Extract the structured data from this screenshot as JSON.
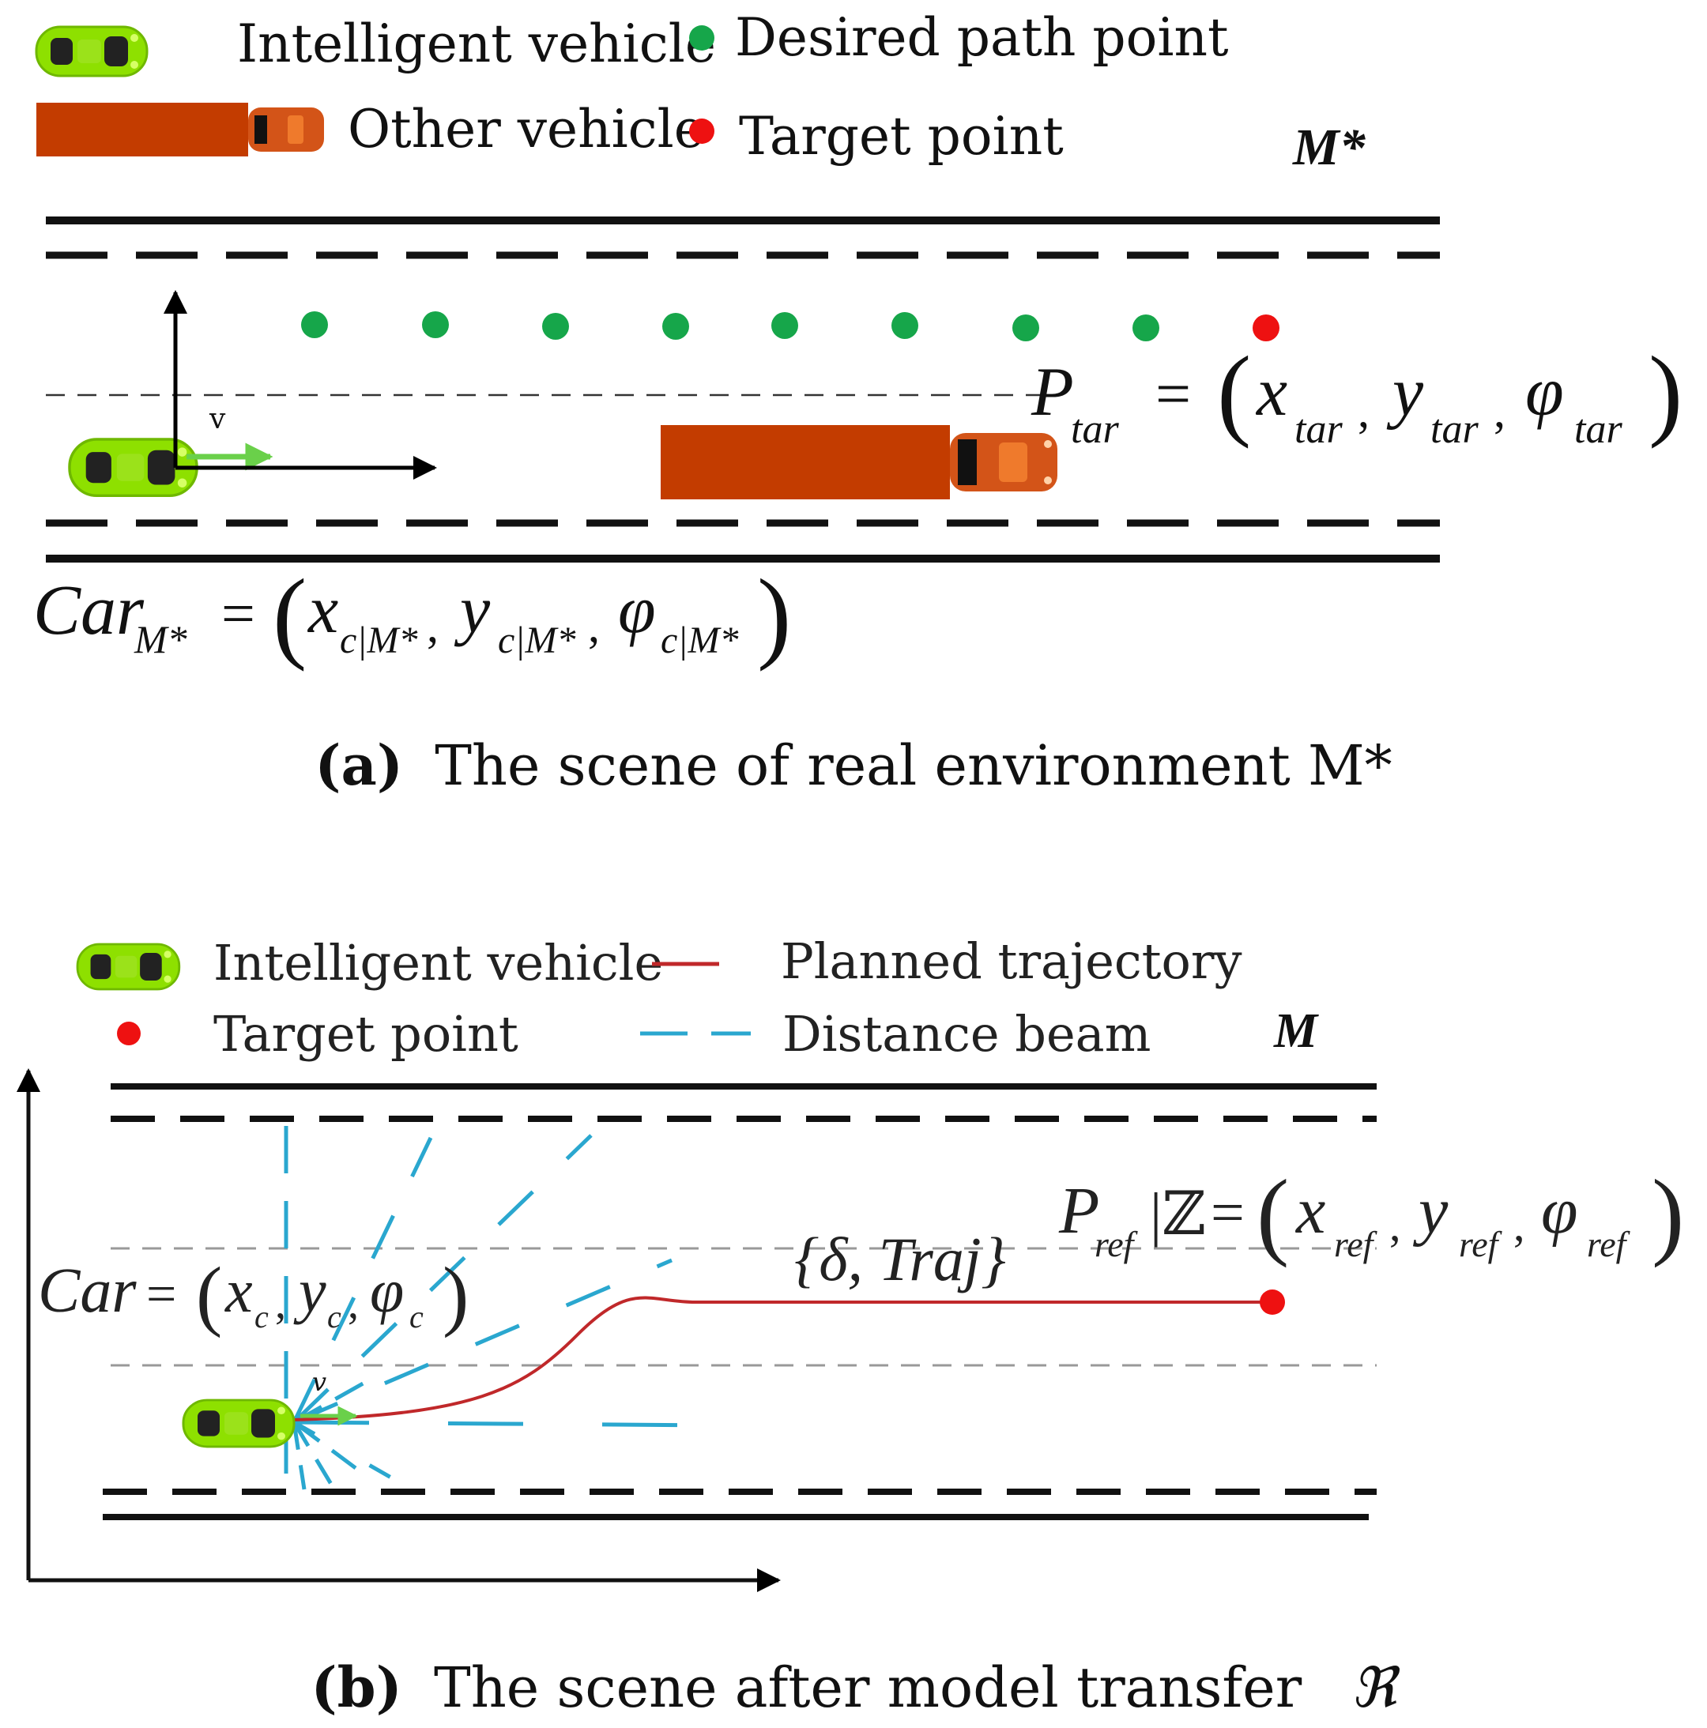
{
  "panel_a": {
    "legend": {
      "intelligent_vehicle": "Intelligent vehicle",
      "desired_path_point": "Desired path point",
      "other_vehicle": "Other vehicle",
      "target_point": "Target point"
    },
    "env_label": "M*",
    "velocity_label": "v",
    "target_eq": {
      "P": "P",
      "tar_sub": "tar",
      "eq": "=",
      "x": "x",
      "y": "y",
      "phi": "φ",
      "x_sub": "tar",
      "y_sub": "tar",
      "phi_sub": "tar",
      "lparen": "(",
      "rparen": ")",
      "comma": ","
    },
    "car_eq": {
      "car": "Car",
      "car_sub": "M*",
      "eq": "=",
      "x": "x",
      "y": "y",
      "phi": "φ",
      "x_sub": "c|M*",
      "y_sub": "c|M*",
      "phi_sub": "c|M*",
      "lparen": "(",
      "rparen": ")",
      "comma": ","
    },
    "caption_bold": "(a)",
    "caption_text": "The scene of real environment M*"
  },
  "panel_b": {
    "legend": {
      "intelligent_vehicle": "Intelligent vehicle",
      "planned_trajectory": "Planned trajectory",
      "target_point": "Target point",
      "distance_beam": "Distance beam"
    },
    "env_label": "M",
    "velocity_label": "v",
    "action_label": "{δ, Traj}",
    "ref_eq": {
      "P": "P",
      "ref_sub": "ref",
      "set": "|ℤ",
      "eq": "=",
      "x": "x",
      "y": "y",
      "phi": "φ",
      "x_sub": "ref",
      "y_sub": "ref",
      "phi_sub": "ref",
      "lparen": "(",
      "rparen": ")",
      "comma": ","
    },
    "car_eq": {
      "car": "Car",
      "eq": "=",
      "x": "x",
      "y": "y",
      "phi": "φ",
      "x_sub": "c",
      "y_sub": "c",
      "phi_sub": "c",
      "lparen": "(",
      "rparen": ")",
      "comma": ","
    },
    "caption_bold": "(b)",
    "caption_text": "The scene after model transfer",
    "caption_symbol": "ℜ"
  },
  "colors": {
    "intelligent_vehicle": "#8ee000",
    "other_vehicle": "#c33c00",
    "desired_point": "#16a64a",
    "target_point": "#ee1111",
    "trajectory": "#c0282a",
    "beam": "#2aa7cf",
    "velocity_arrow": "#6ad04a"
  }
}
